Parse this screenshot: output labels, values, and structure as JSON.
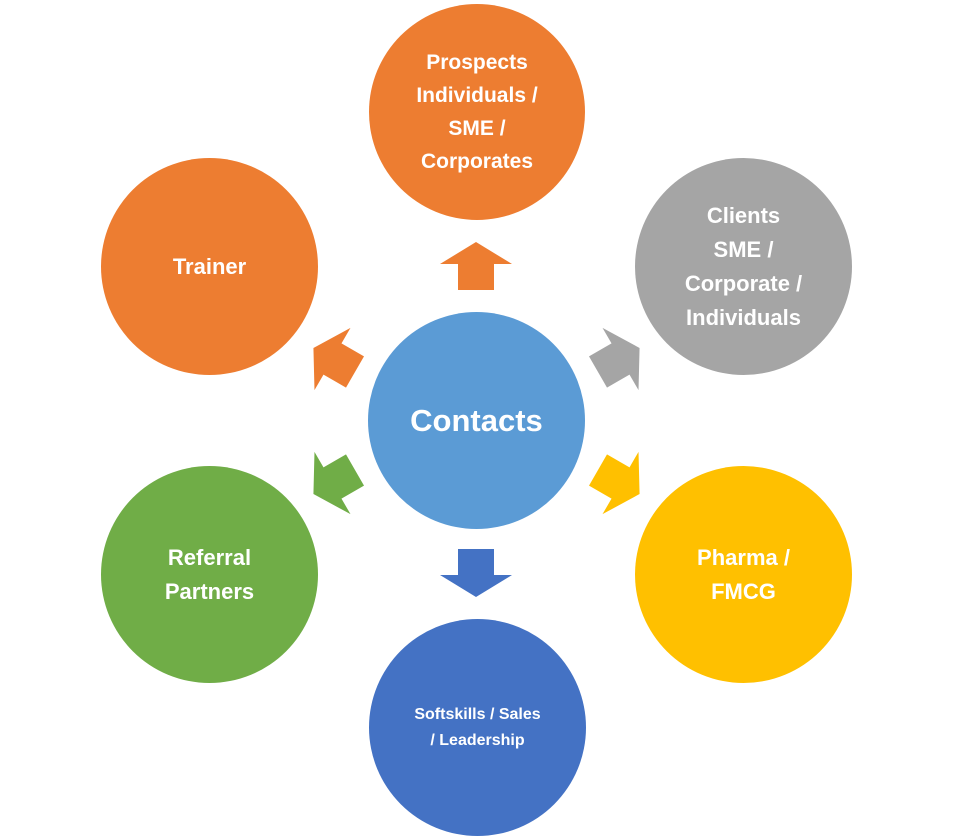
{
  "center": {
    "label": "Contacts",
    "color": "#5B9BD5"
  },
  "nodes": {
    "top": {
      "label": "Prospects\nIndividuals /\nSME /\nCorporates",
      "color": "#ED7D31"
    },
    "top_right": {
      "label": "Clients\nSME /\nCorporate /\nIndividuals",
      "color": "#A5A5A5"
    },
    "bottom_right": {
      "label": "Pharma /\nFMCG",
      "color": "#FFC000"
    },
    "bottom": {
      "label": "Softskills / Sales\n/ Leadership",
      "color": "#4472C4"
    },
    "bottom_left": {
      "label": "Referral\nPartners",
      "color": "#70AD47"
    },
    "top_left": {
      "label": "Trainer",
      "color": "#ED7D31"
    }
  },
  "edges": [
    {
      "from": "center",
      "to": "top"
    },
    {
      "from": "center",
      "to": "top_right"
    },
    {
      "from": "center",
      "to": "bottom_right"
    },
    {
      "from": "center",
      "to": "bottom"
    },
    {
      "from": "center",
      "to": "bottom_left"
    },
    {
      "from": "center",
      "to": "top_left"
    }
  ]
}
